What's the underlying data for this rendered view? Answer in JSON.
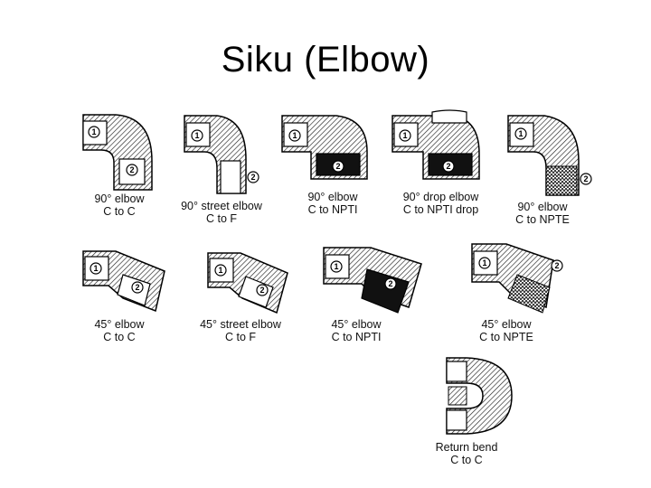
{
  "title": "Siku (Elbow)",
  "fittings": [
    {
      "line1": "90° elbow",
      "line2": "C to C"
    },
    {
      "line1": "90° street elbow",
      "line2": "C to F"
    },
    {
      "line1": "90° elbow",
      "line2": "C to NPTI"
    },
    {
      "line1": "90° drop elbow",
      "line2": "C to NPTI drop"
    },
    {
      "line1": "90° elbow",
      "line2": "C to NPTE"
    },
    {
      "line1": "45° elbow",
      "line2": "C to C"
    },
    {
      "line1": "45° street elbow",
      "line2": "C to F"
    },
    {
      "line1": "45° elbow",
      "line2": "C to NPTI"
    },
    {
      "line1": "45° elbow",
      "line2": "C to NPTE"
    },
    {
      "line1": "Return bend",
      "line2": "C to C"
    }
  ],
  "port_labels": {
    "one": "1",
    "two": "2"
  }
}
